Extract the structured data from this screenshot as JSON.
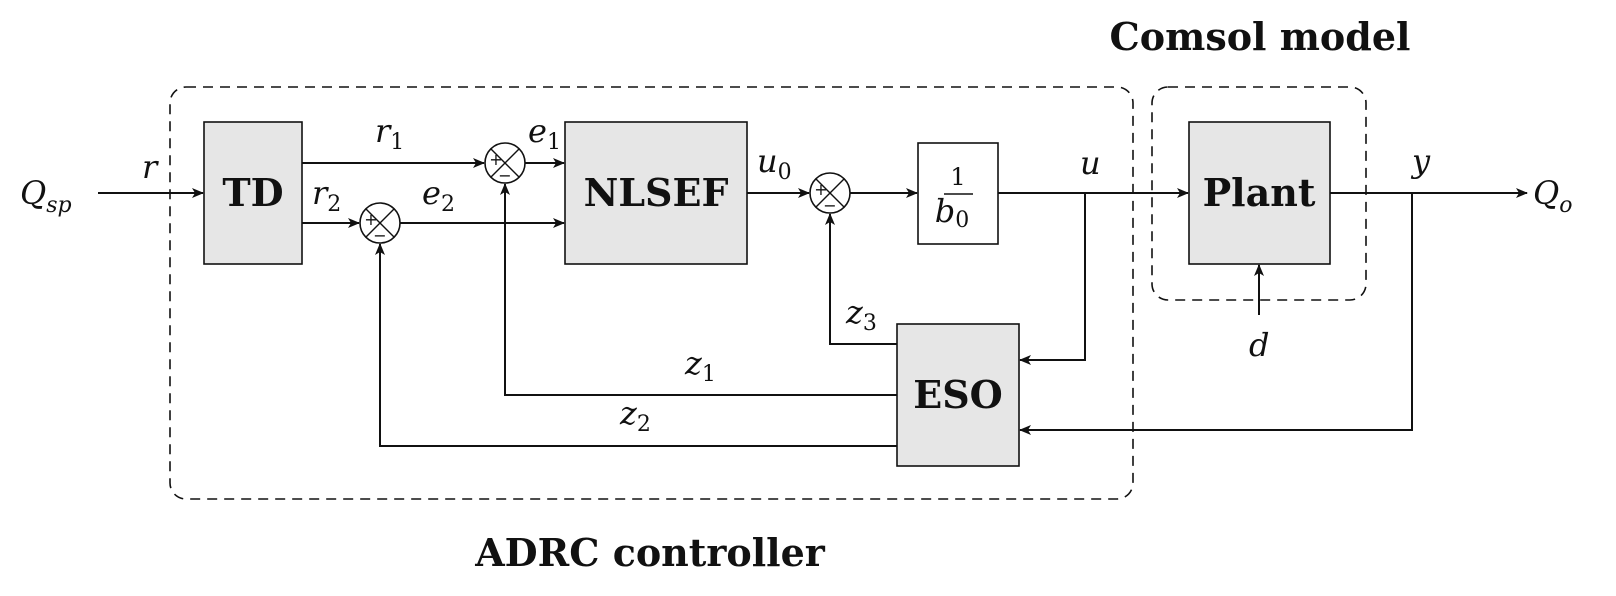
{
  "labels": {
    "adrc_title": "ADRC controller",
    "comsol_title": "Comsol model"
  },
  "blocks": {
    "td": "TD",
    "nlsef": "NLSEF",
    "gain_num": "1",
    "gain_den": "b",
    "gain_den_sub": "0",
    "plant": "Plant",
    "eso": "ESO"
  },
  "signals": {
    "q_sp": "Q",
    "q_sp_sub": "sp",
    "r": "r",
    "r1": "r",
    "r1_sub": "1",
    "r2": "r",
    "r2_sub": "2",
    "e1": "e",
    "e1_sub": "1",
    "e2": "e",
    "e2_sub": "2",
    "u0": "u",
    "u0_sub": "0",
    "u": "u",
    "y": "y",
    "q_o": "Q",
    "q_o_sub": "o",
    "d": "d",
    "z1": "z",
    "z1_sub": "1",
    "z2": "z",
    "z2_sub": "2",
    "z3": "z",
    "z3_sub": "3"
  },
  "summing_signs": {
    "plus": "+",
    "minus": "−"
  }
}
